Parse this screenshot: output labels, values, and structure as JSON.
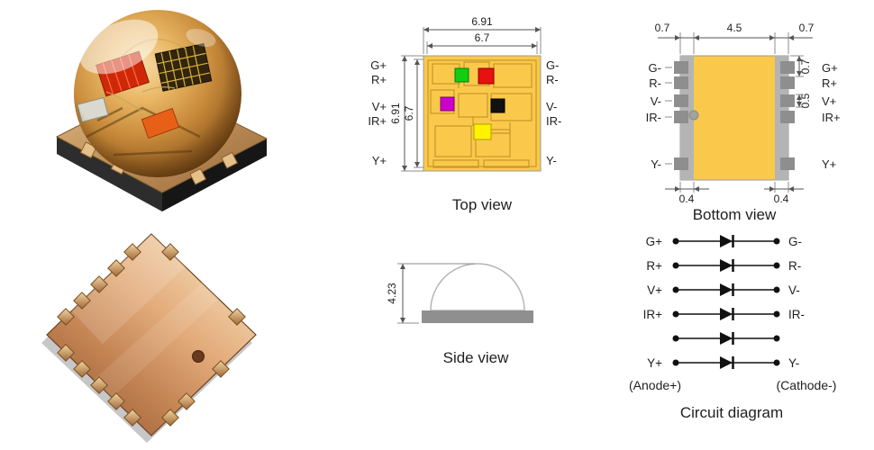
{
  "top_view": {
    "caption": "Top view",
    "dims": {
      "outer_width": "6.91",
      "inner_width": "6.7",
      "outer_height": "6.91",
      "inner_height": "6.7"
    },
    "left_pins": [
      "G+",
      "R+",
      "V+",
      "IR+",
      "Y+"
    ],
    "right_pins": [
      "G-",
      "R-",
      "V-",
      "IR-",
      "Y-"
    ],
    "colors": {
      "body": "#FAC94B",
      "green_chip": "#12CE12",
      "red_chip": "#E81010",
      "magenta_chip": "#CC00CC",
      "black_chip": "#111111",
      "yellow_chip": "#FFF200"
    }
  },
  "bottom_view": {
    "caption": "Bottom view",
    "dims": {
      "top_left": "0.7",
      "top_center": "4.5",
      "top_right": "0.7",
      "right_upper": "0.7",
      "right_lower": "0.5",
      "bottom_left": "0.4",
      "bottom_right": "0.4"
    },
    "left_pins": [
      "G-",
      "R-",
      "V-",
      "IR-",
      "Y-"
    ],
    "right_pins": [
      "G+",
      "R+",
      "V+",
      "IR+",
      "Y+"
    ],
    "colors": {
      "body": "#FAC94B",
      "pad": "#8E8E8E"
    }
  },
  "side_view": {
    "caption": "Side view",
    "dims": {
      "height": "4.23"
    }
  },
  "circuit": {
    "caption": "Circuit diagram",
    "anode_label": "(Anode+)",
    "cathode_label": "(Cathode-)",
    "rows": [
      {
        "left": "G+",
        "right": "G-"
      },
      {
        "left": "R+",
        "right": "R-"
      },
      {
        "left": "V+",
        "right": "V-"
      },
      {
        "left": "IR+",
        "right": "IR-"
      },
      {
        "left": "",
        "right": ""
      },
      {
        "left": "Y+",
        "right": "Y-"
      }
    ]
  }
}
